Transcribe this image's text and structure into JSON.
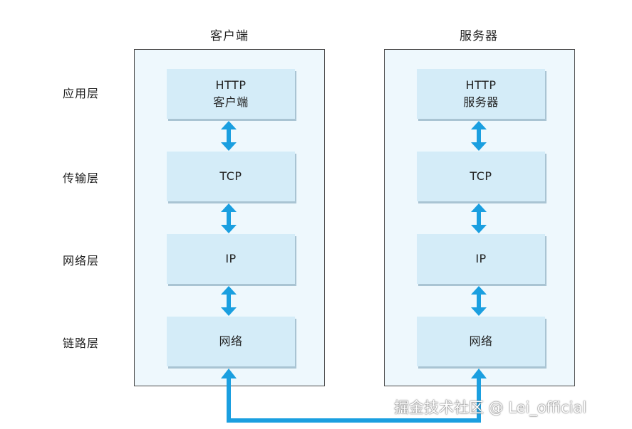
{
  "columns": {
    "client": {
      "title": "客户端"
    },
    "server": {
      "title": "服务器"
    }
  },
  "layers": {
    "application": "应用层",
    "transport": "传输层",
    "network": "网络层",
    "link": "链路层"
  },
  "client_boxes": {
    "application": {
      "line1": "HTTP",
      "line2": "客户端"
    },
    "transport": {
      "line1": "TCP"
    },
    "network": {
      "line1": "IP"
    },
    "link": {
      "line1": "网络"
    }
  },
  "server_boxes": {
    "application": {
      "line1": "HTTP",
      "line2": "服务器"
    },
    "transport": {
      "line1": "TCP"
    },
    "network": {
      "line1": "IP"
    },
    "link": {
      "line1": "网络"
    }
  },
  "watermark": "掘金技术社区 @ Lei_official",
  "colors": {
    "arrow": "#1a9fe0",
    "panel_bg": "#eef8fd",
    "box_bg": "#d4ecf8"
  }
}
